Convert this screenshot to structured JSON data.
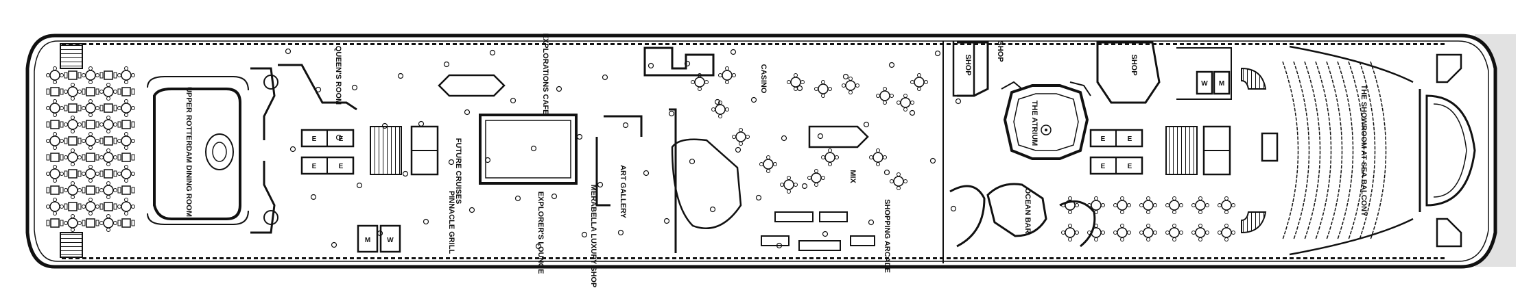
{
  "deck": {
    "title": "",
    "rooms": [
      {
        "id": "upper-rotterdam",
        "label": "UPPER ROTTERDAM DINING ROOM"
      },
      {
        "id": "queens-room",
        "label": "QUEEN'S ROOM"
      },
      {
        "id": "explorations-cafe",
        "label": "EXPLORATIONS CAFE"
      },
      {
        "id": "future-cruises",
        "label": "FUTURE CRUISES"
      },
      {
        "id": "pinnacle-grill",
        "label": "PINNACLE GRILL"
      },
      {
        "id": "explorers-lounge",
        "label": "EXPLORER'S LOUNGE"
      },
      {
        "id": "merabella",
        "label": "MERABELLA LUXURY SHOP"
      },
      {
        "id": "art-gallery",
        "label": "ART GALLERY"
      },
      {
        "id": "casino",
        "label": "CASINO"
      },
      {
        "id": "mix",
        "label": "MIX"
      },
      {
        "id": "shopping-arcade",
        "label": "SHOPPING ARCADE"
      },
      {
        "id": "shop-1",
        "label": "SHOP"
      },
      {
        "id": "shop-2",
        "label": "SHOP"
      },
      {
        "id": "shop-3",
        "label": "SHOP"
      },
      {
        "id": "atrium",
        "label": "THE ATRIUM"
      },
      {
        "id": "ocean-bar",
        "label": "OCEAN BAR"
      },
      {
        "id": "showroom",
        "label": "THE SHOWROOM AT SEA BALCONY"
      }
    ],
    "elevator_label": "E",
    "restroom_women": "W",
    "restroom_men": "M",
    "colors": {
      "line": "#111111",
      "background": "#ffffff",
      "hull_shadow": "#d8d8d8"
    }
  }
}
